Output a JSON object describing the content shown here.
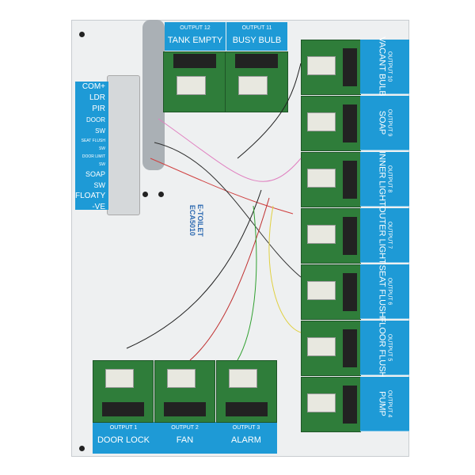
{
  "top_labels": [
    {
      "output": "OUTPUT 12",
      "name": "TANK EMPTY"
    },
    {
      "output": "OUTPUT 11",
      "name": "BUSY BULB"
    }
  ],
  "right_labels": [
    {
      "output": "OUTPUT 10",
      "name": "VACANT BULB"
    },
    {
      "output": "OUTPUT 9",
      "name": "SOAP"
    },
    {
      "output": "OUTPUT 8",
      "name": "INNER LIGHT"
    },
    {
      "output": "OUTPUT 7",
      "name": "OUTER LIGHT"
    },
    {
      "output": "OUTPUT 6",
      "name": "SEAT FLUSH"
    },
    {
      "output": "OUTPUT 5",
      "name": "FLOOR FLUSH"
    },
    {
      "output": "OUTPUT 4",
      "name": "PUMP"
    }
  ],
  "bottom_labels": [
    {
      "output": "OUTPUT 1",
      "name": "DOOR LOCK"
    },
    {
      "output": "OUTPUT 2",
      "name": "FAN"
    },
    {
      "output": "OUTPUT 3",
      "name": "ALARM"
    }
  ],
  "input_labels": [
    "COM+",
    "LDR",
    "PIR",
    "DOOR SW",
    "SEAT FLUSH SW",
    "DOOR LIMIT SW",
    "SOAP SW",
    "FLOATY",
    "-VE"
  ],
  "center": {
    "title": "E-TOILET",
    "model": "ECA5010"
  }
}
